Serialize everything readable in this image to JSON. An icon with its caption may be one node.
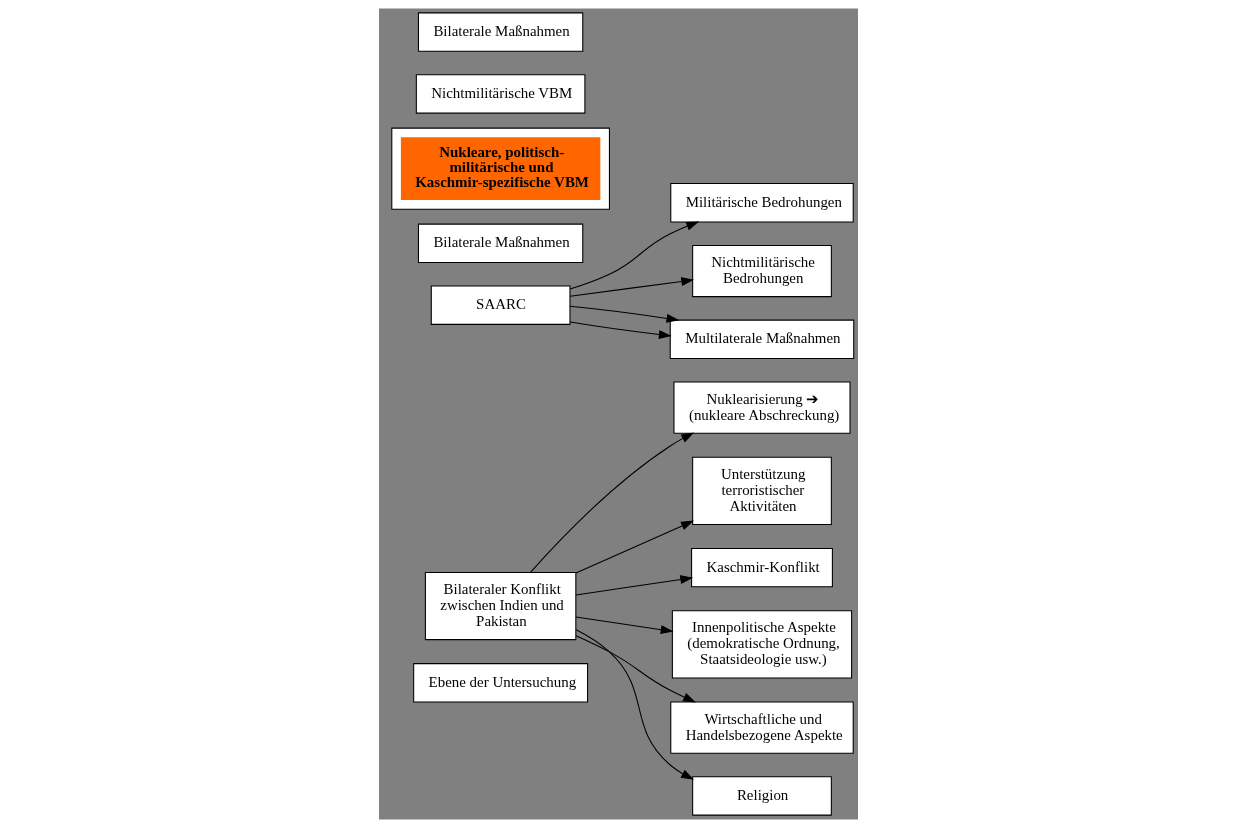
{
  "diagram": {
    "nodes": [
      {
        "text": [
          "Ebene der Untersuchung"
        ]
      },
      {
        "text": [
          "Bilateraler Konflikt zwischen Indien und Pakistan"
        ]
      },
      {
        "text": [
          "Nuklearisierung ➔ (nukleare Abschreckung)"
        ]
      },
      {
        "text": [
          "Unterstützung terroristischer Aktivitäten"
        ]
      },
      {
        "text": [
          "Kaschmir-Konflikt"
        ]
      },
      {
        "text": [
          "Innenpolitische Aspekte (demokratische Ordnung, Staatsideologie usw.)"
        ]
      },
      {
        "text": [
          "Wirtschaftliche und Handelsbezogene Aspekte"
        ]
      },
      {
        "text": [
          "Religion"
        ]
      },
      {
        "text": [
          "Militärische Bedrohungen"
        ]
      },
      {
        "text": [
          "Nichtmilitärische Bedrohungen"
        ]
      },
      {
        "text": [
          "Bilaterale Maßnahmen"
        ]
      },
      {
        "text": [],
        "shape": "box"
      },
      {
        "text": [
          "Nukleare, politisch-militärische und Kaschmir-spezifische VBM"
        ],
        "in": 11
      },
      {
        "text": [
          "SAARC"
        ]
      },
      {
        "text": [
          "Multilaterale Maßnahmen"
        ]
      },
      {
        "text": [
          "Nichtmilitärische VBM"
        ]
      },
      {
        "text": [
          "Bilaterale Maßnahmen"
        ]
      }
    ],
    "edges": [
      {
        "from": 1,
        "to": 2,
        "arrow": "to"
      },
      {
        "from": 1,
        "to": 3,
        "arrow": "to"
      },
      {
        "from": 1,
        "to": 4,
        "arrow": "to"
      },
      {
        "from": 1,
        "to": 5,
        "arrow": "to"
      },
      {
        "from": 1,
        "to": 6,
        "arrow": "to"
      },
      {
        "from": 1,
        "to": 7,
        "arrow": "to"
      },
      {
        "from": 13,
        "to": 8,
        "arrow": "to"
      },
      {
        "from": 13,
        "to": 14,
        "arrow": "to"
      },
      {
        "from": 13,
        "to": 9,
        "arrow": "to"
      },
      {
        "from": 13,
        "to": 14,
        "arrow": "to"
      }
    ]
  }
}
